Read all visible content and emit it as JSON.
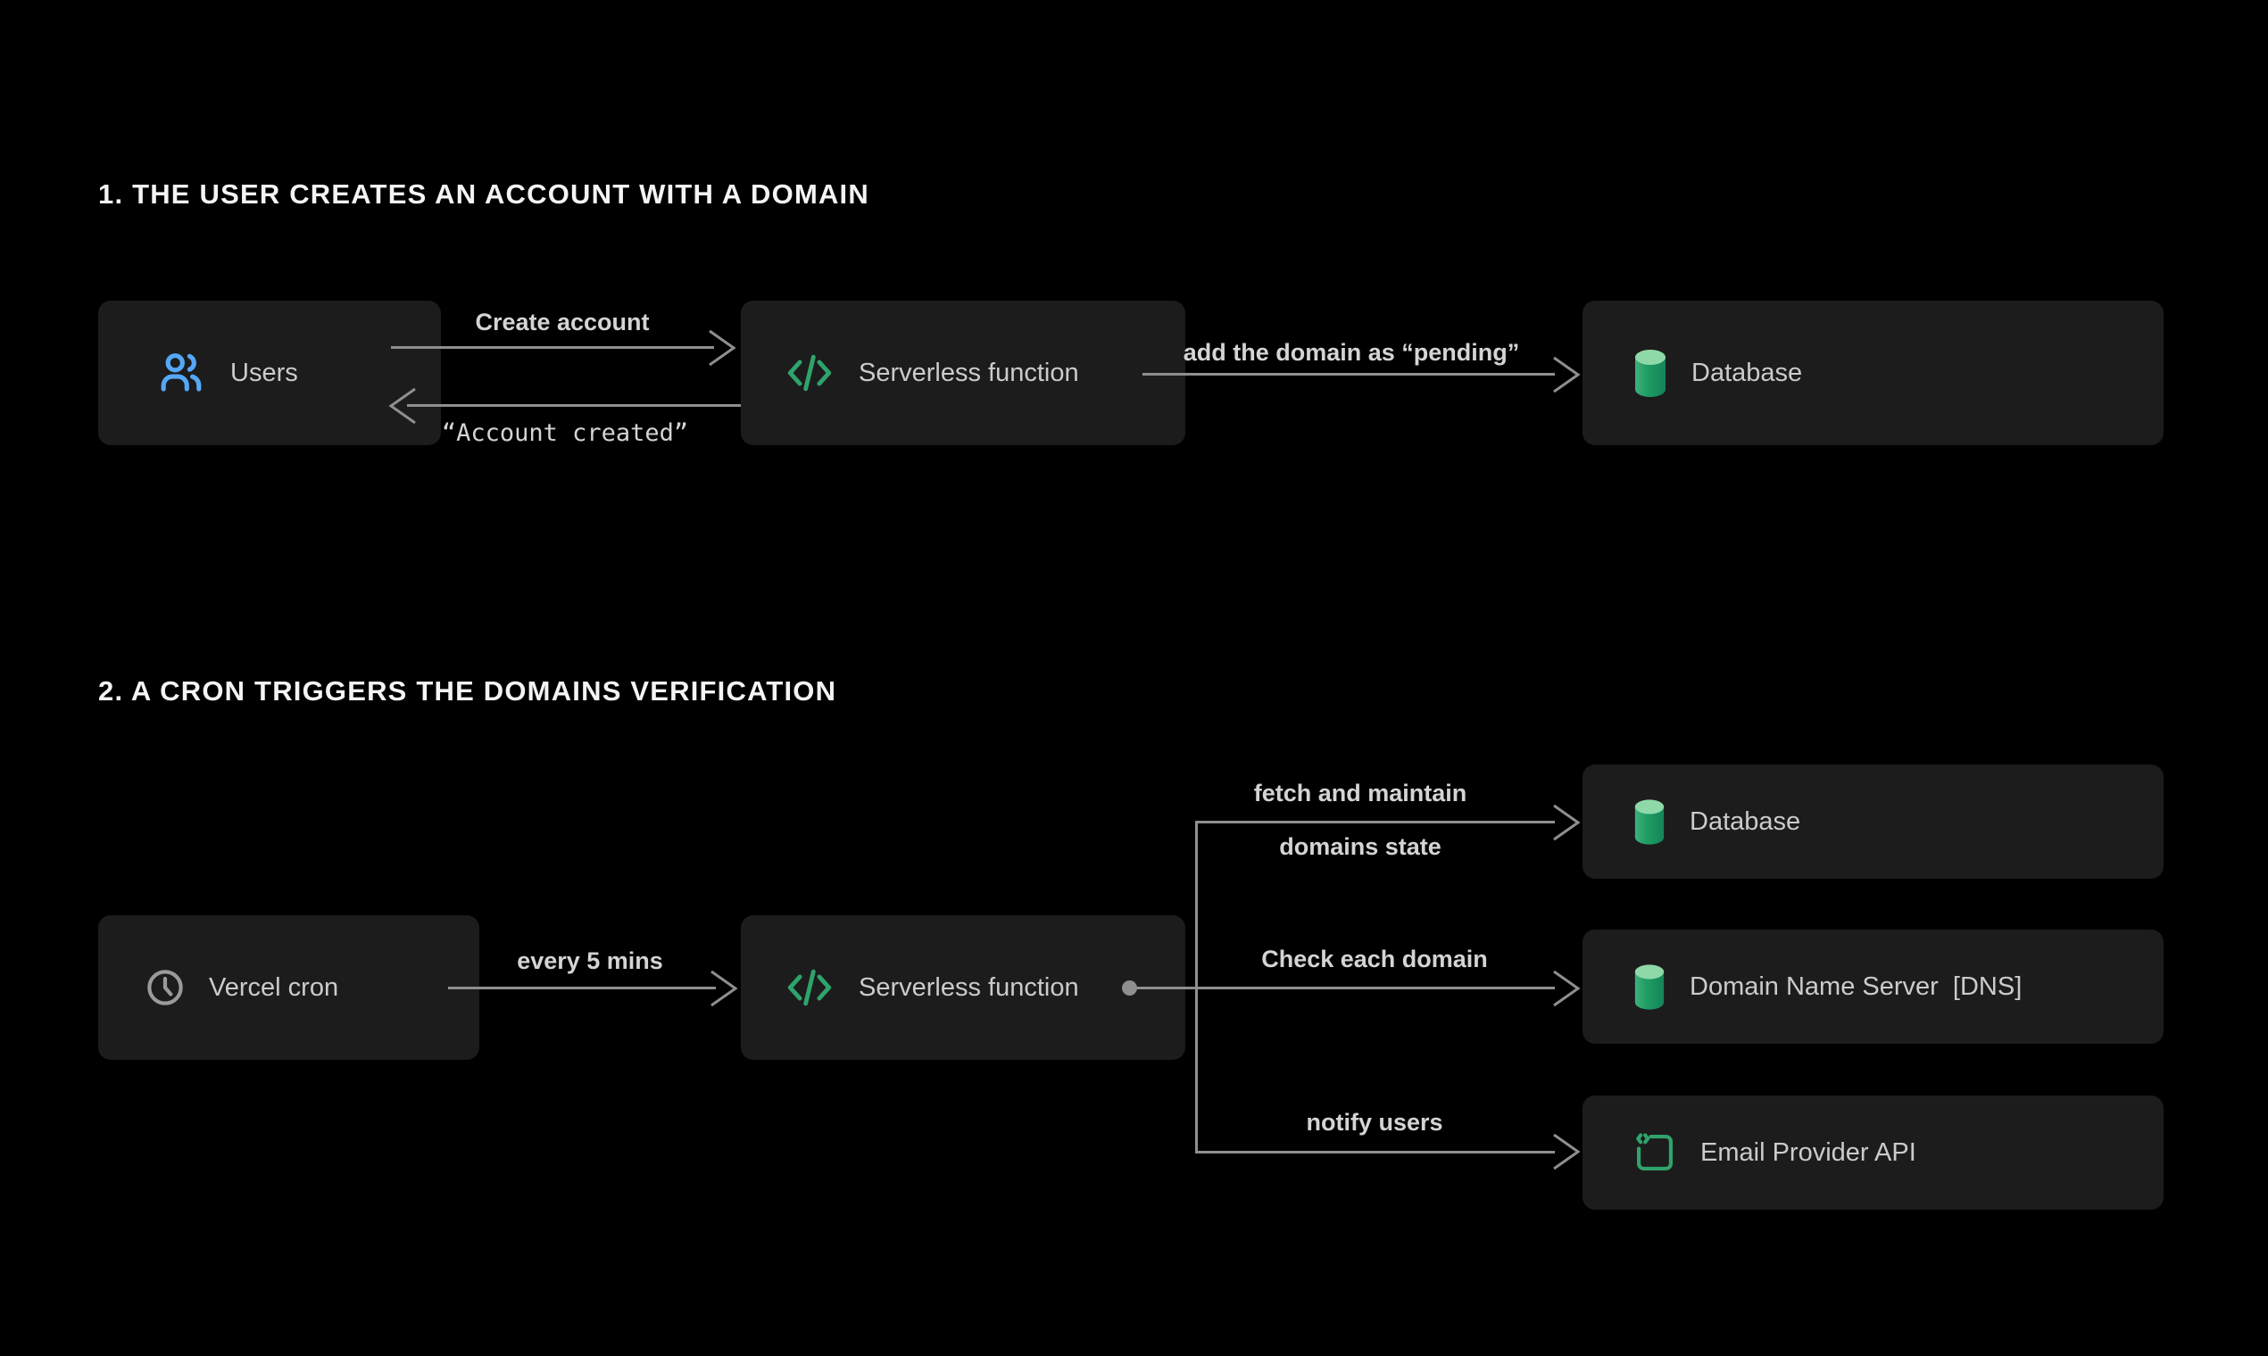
{
  "colors": {
    "bg": "#000000",
    "box_bg": "#1c1c1d",
    "box_text": "#cbcbcb",
    "title": "#f4f4f4",
    "line": "#8f8f8f",
    "arrow_label": "#d4d4d4",
    "accent_blue": "#55a8f8",
    "accent_green": "#2fa36c",
    "icon_gray": "#9a9a9a",
    "db_top": "#8fd9a8",
    "db_light": "#3eb07c",
    "db_mid": "#1f9d63",
    "db_dark": "#14845a"
  },
  "step1": {
    "title": "1. THE USER CREATES AN ACCOUNT WITH A DOMAIN",
    "users": {
      "label": "Users",
      "icon": "users-icon"
    },
    "serverless": {
      "label": "Serverless function",
      "icon": "code-icon"
    },
    "database": {
      "label": "Database",
      "icon": "database-icon"
    },
    "edges": {
      "create_account": "Create account",
      "account_created": "“Account created”",
      "add_pending": "add the domain as “pending”"
    }
  },
  "step2": {
    "title": "2. A CRON TRIGGERS THE DOMAINS VERIFICATION",
    "vercel_cron": {
      "label": "Vercel cron",
      "icon": "clock-icon"
    },
    "serverless": {
      "label": "Serverless function",
      "icon": "code-icon"
    },
    "database": {
      "label": "Database",
      "icon": "database-icon"
    },
    "dns": {
      "label": "Domain Name Server  [DNS]",
      "icon": "database-icon"
    },
    "email": {
      "label": "Email Provider API",
      "icon": "mail-code-icon"
    },
    "edges": {
      "every_5_mins": "every 5 mins",
      "fetch_and_maintain_line1": "fetch and maintain",
      "fetch_and_maintain_line2": "domains state",
      "check_each_domain": "Check each domain",
      "notify_users": "notify users"
    }
  }
}
